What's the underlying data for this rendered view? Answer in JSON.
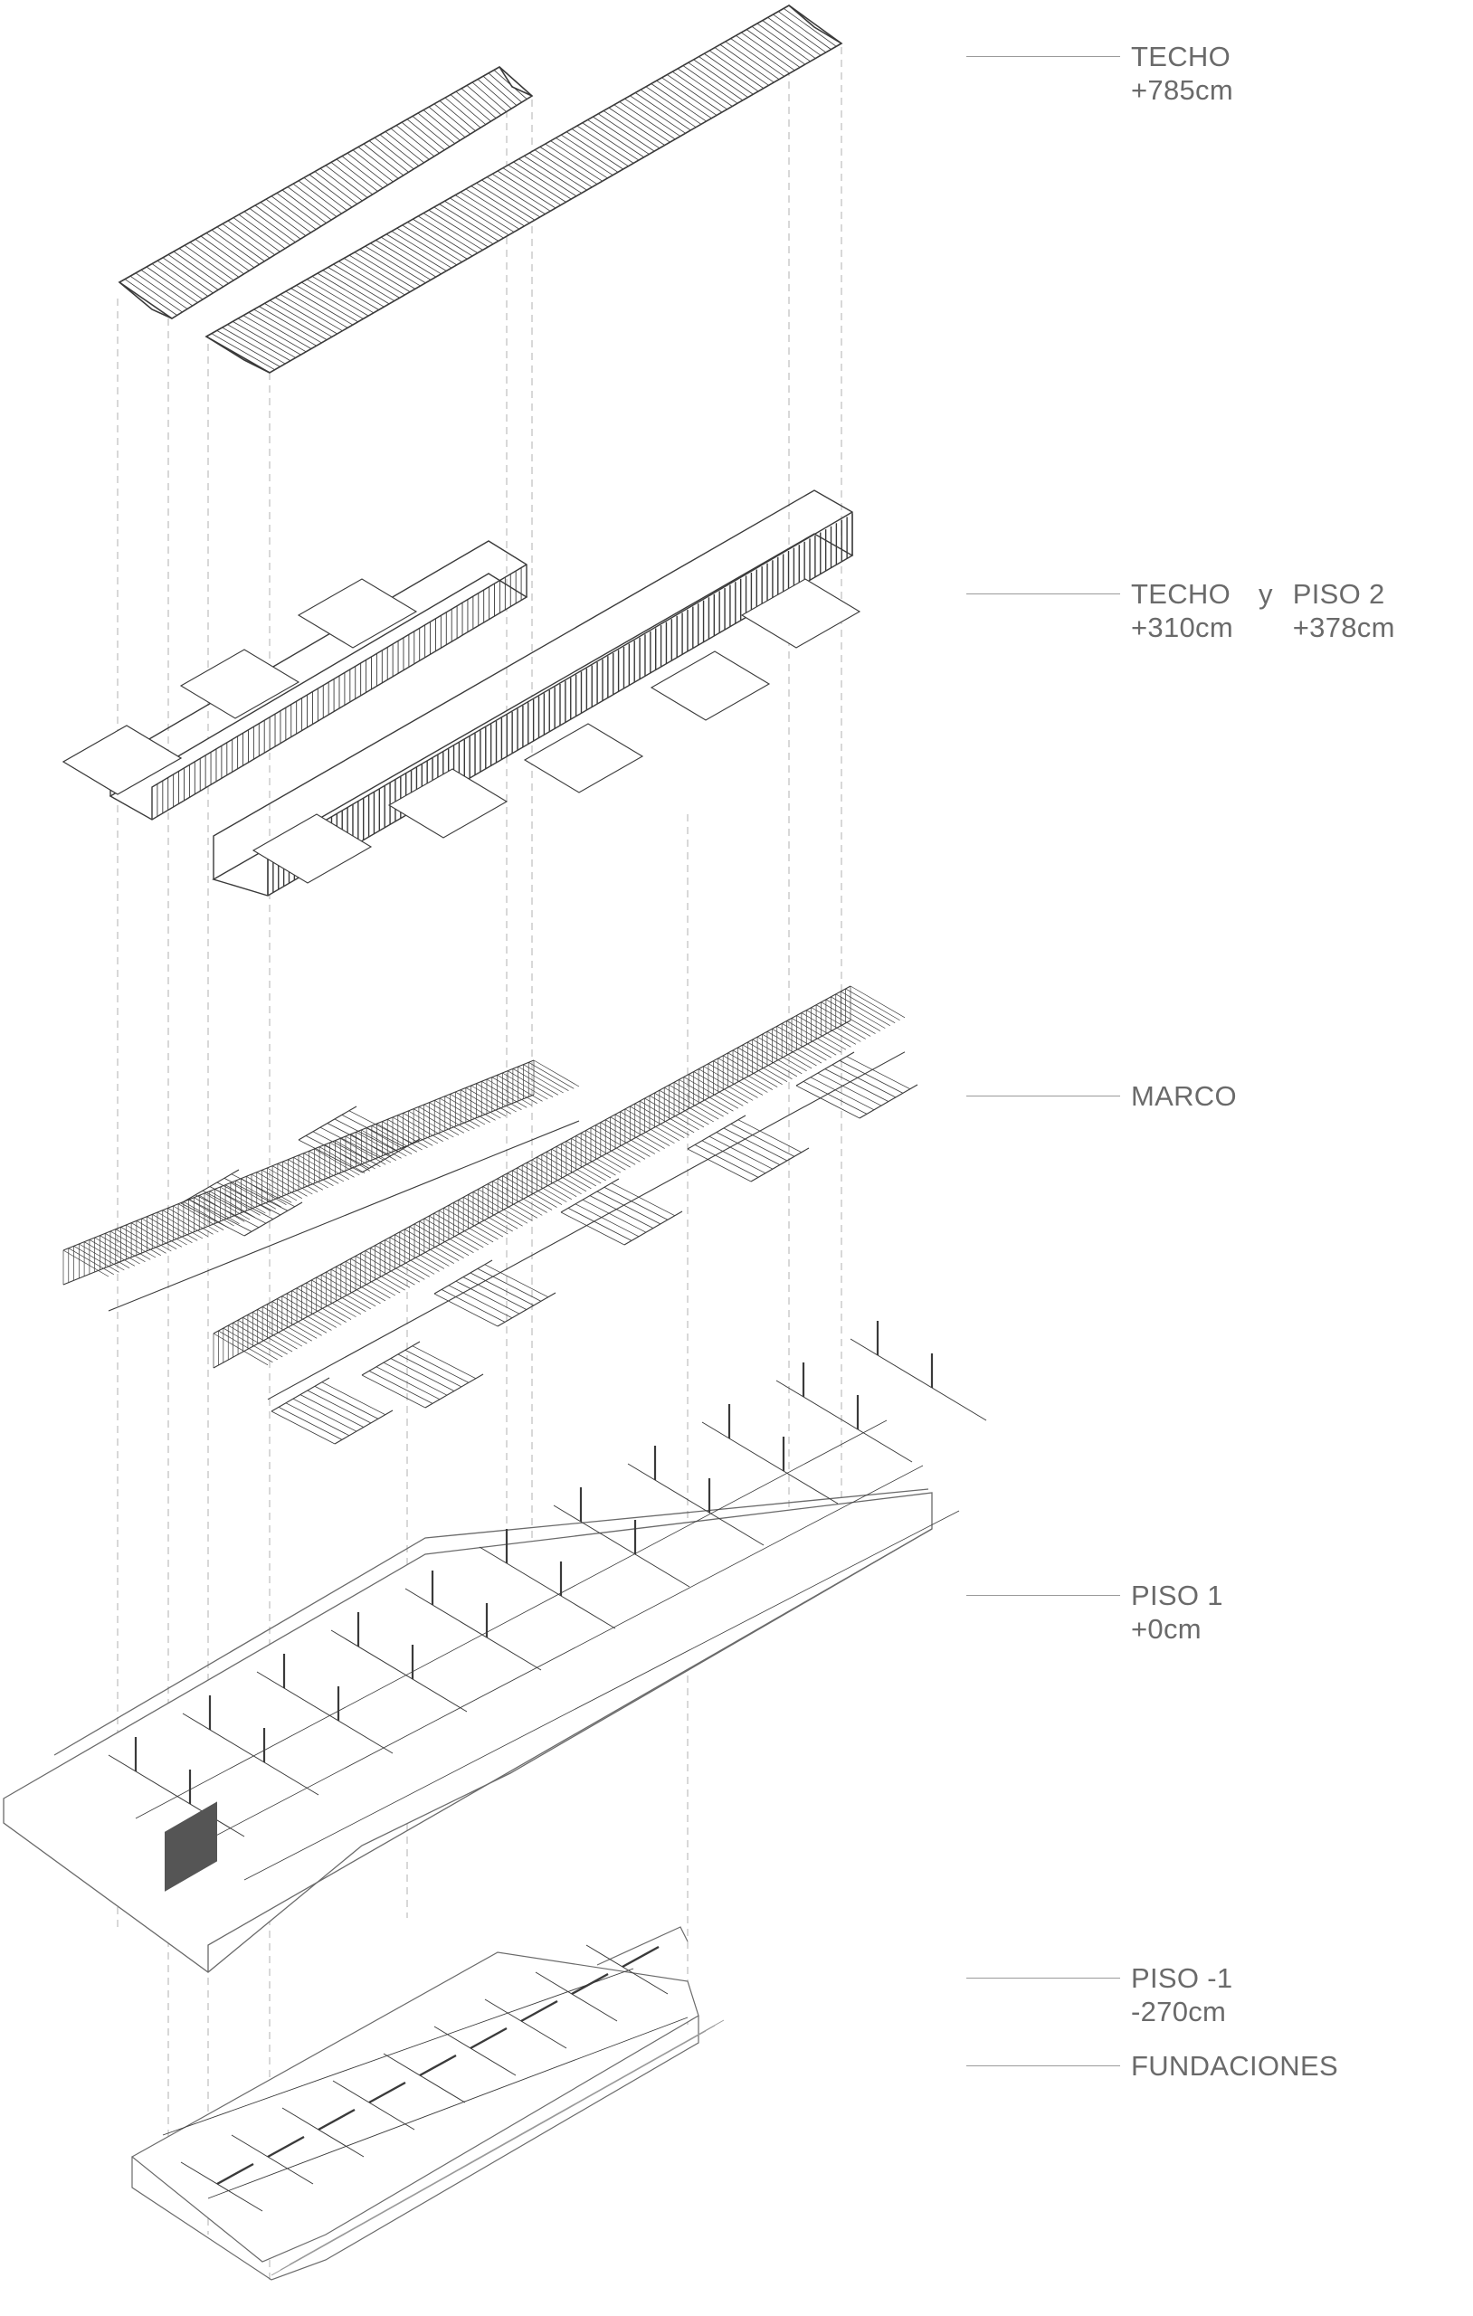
{
  "labels": {
    "techo": {
      "name": "TECHO",
      "level": "+785cm"
    },
    "techo_piso2": {
      "name_a": "TECHO",
      "conj": "y",
      "name_b": "PISO 2",
      "level_a": "+310cm",
      "level_b": "+378cm"
    },
    "marco": {
      "name": "MARCO"
    },
    "piso1": {
      "name": "PISO 1",
      "level": "+0cm"
    },
    "piso_m1": {
      "name": "PISO -1",
      "level": "-270cm"
    },
    "fundaciones": {
      "name": "FUNDACIONES"
    }
  },
  "colors": {
    "line": "#3a3a3a",
    "light": "#bdbdbd",
    "label": "#6a6a6a",
    "leader": "#9a9a9a"
  }
}
